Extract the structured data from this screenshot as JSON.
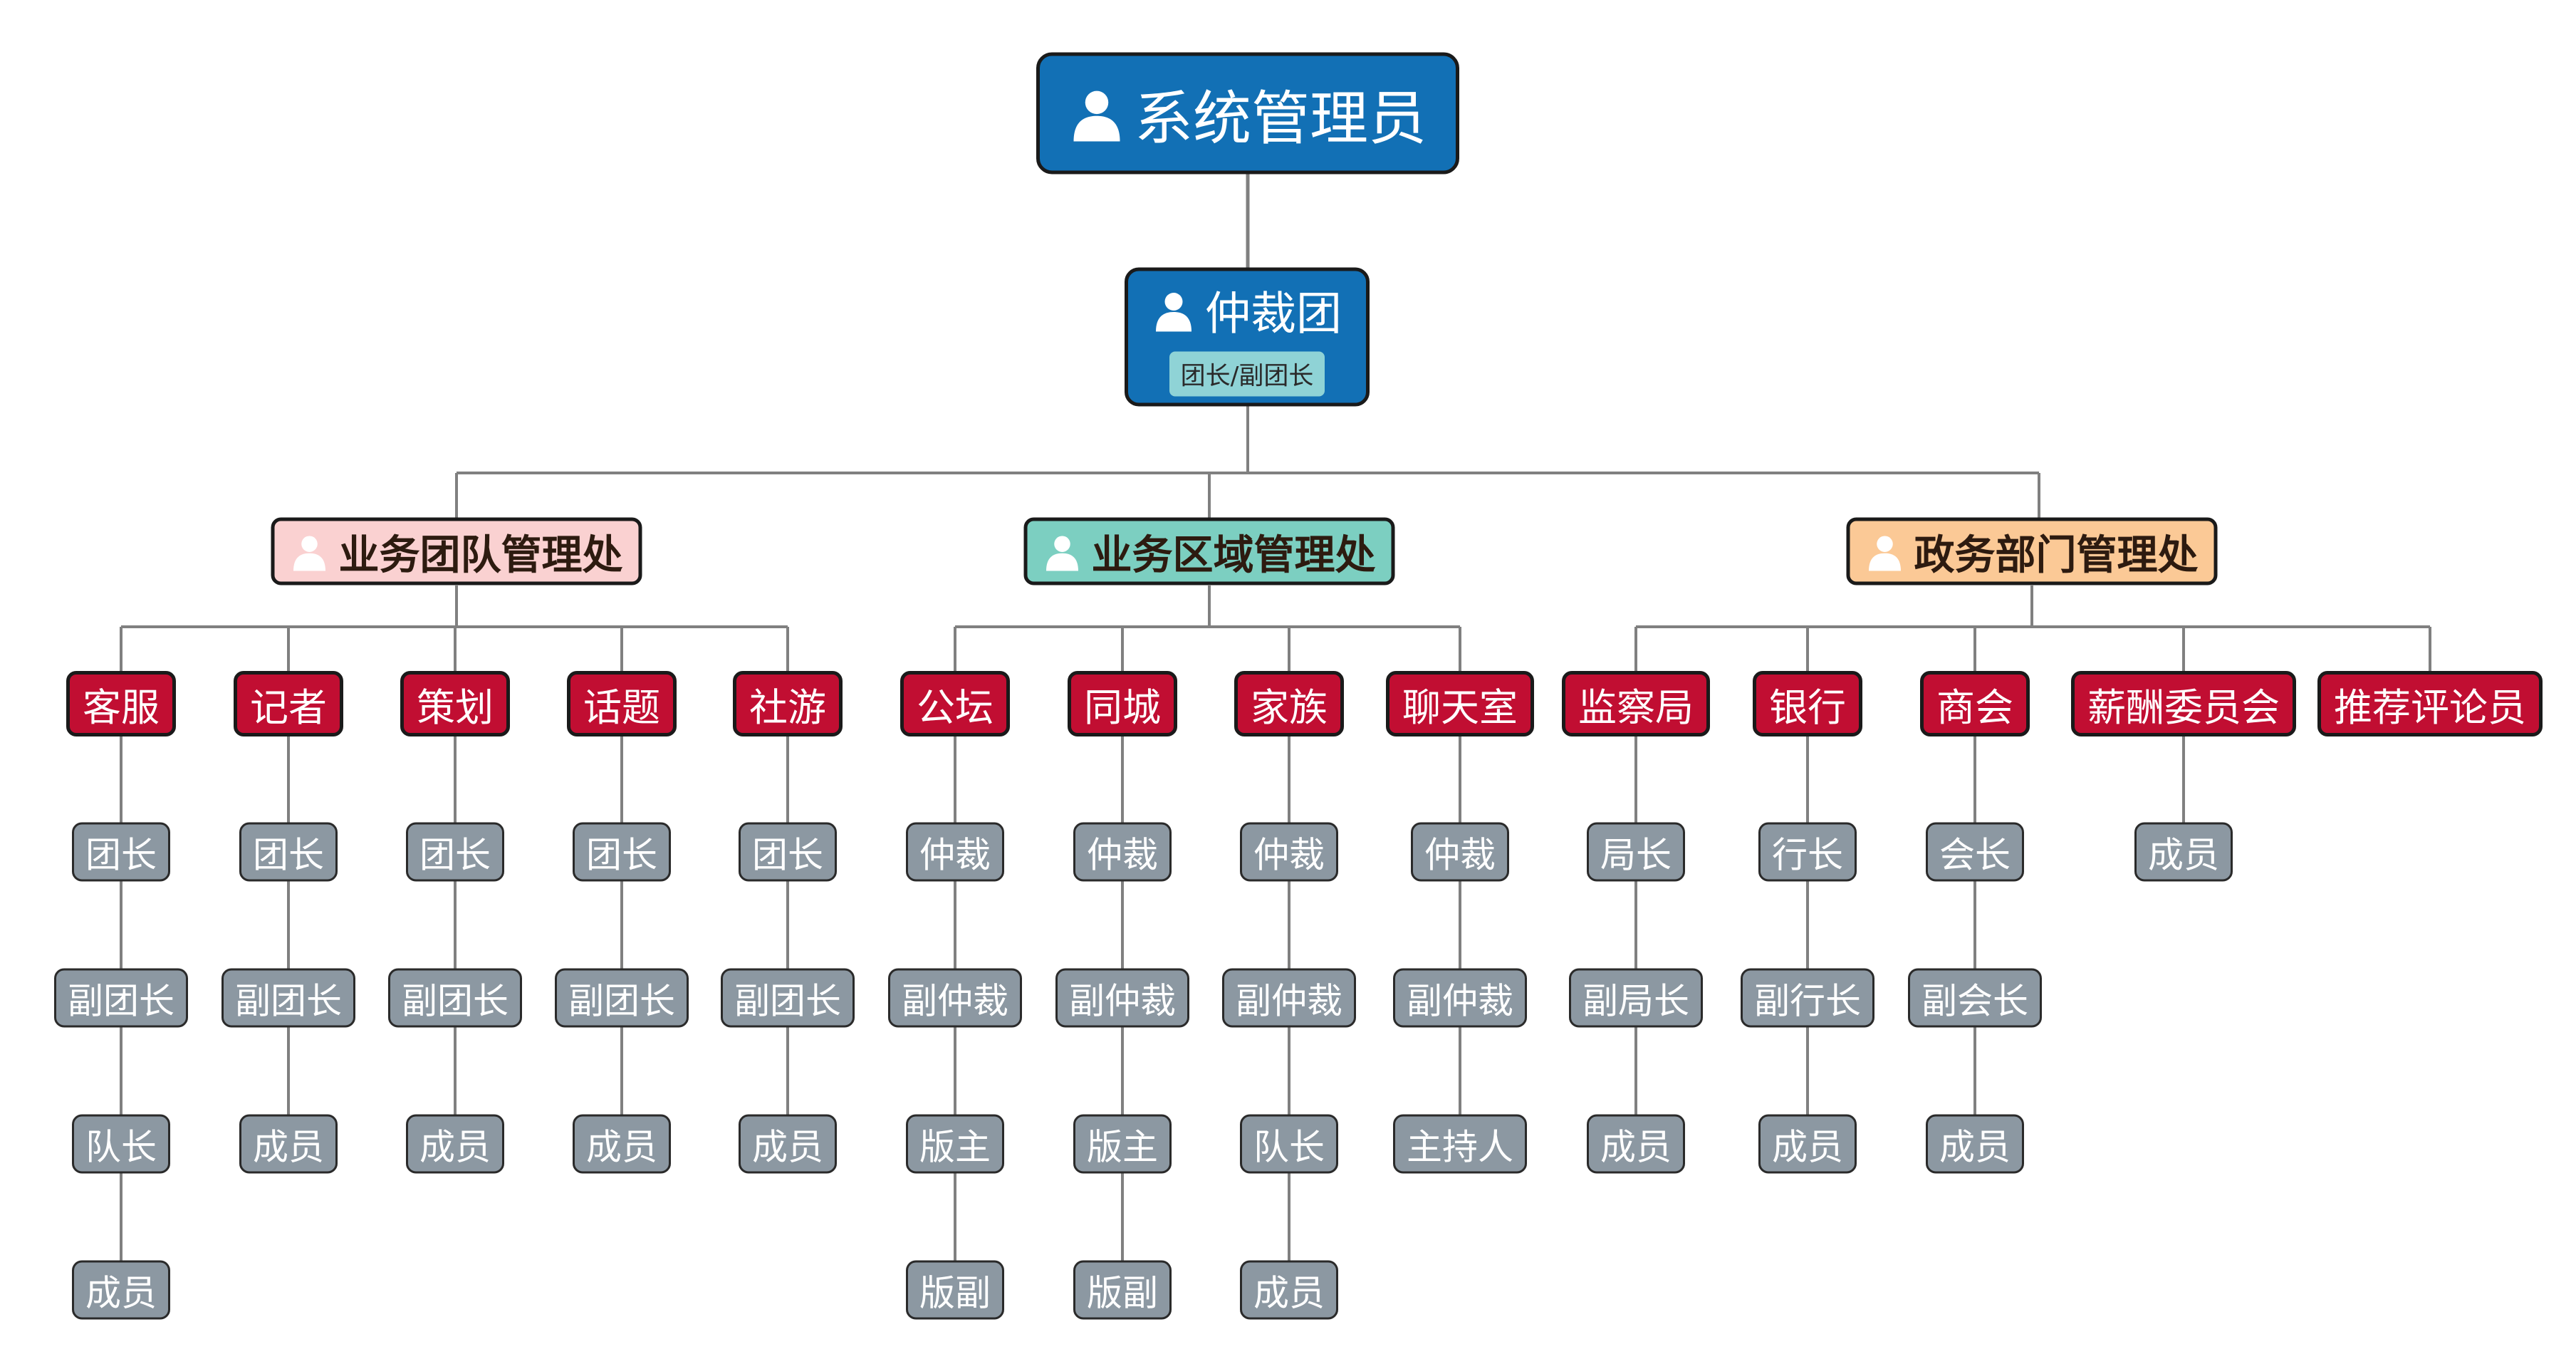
{
  "colors": {
    "root": "#1270b5",
    "arbitration": "#1270b5",
    "badge": "#8fd3d6",
    "category": "#c10e32",
    "role": "#8c98a2",
    "line": "#808080",
    "dept_business_team": "#fad1d1",
    "dept_business_area": "#7ccfc1",
    "dept_government": "#fbc996"
  },
  "root": {
    "label": "系统管理员",
    "icon": "user-icon"
  },
  "arbitration": {
    "label": "仲裁团",
    "badge": "团长/副团长",
    "icon": "user-icon"
  },
  "departments": [
    {
      "label": "业务团队管理处",
      "icon": "user-icon",
      "categories": [
        {
          "label": "客服",
          "roles": [
            "团长",
            "副团长",
            "队长",
            "成员"
          ]
        },
        {
          "label": "记者",
          "roles": [
            "团长",
            "副团长",
            "成员"
          ]
        },
        {
          "label": "策划",
          "roles": [
            "团长",
            "副团长",
            "成员"
          ]
        },
        {
          "label": "话题",
          "roles": [
            "团长",
            "副团长",
            "成员"
          ]
        },
        {
          "label": "社游",
          "roles": [
            "团长",
            "副团长",
            "成员"
          ]
        }
      ]
    },
    {
      "label": "业务区域管理处",
      "icon": "user-icon",
      "categories": [
        {
          "label": "公坛",
          "roles": [
            "仲裁",
            "副仲裁",
            "版主",
            "版副"
          ]
        },
        {
          "label": "同城",
          "roles": [
            "仲裁",
            "副仲裁",
            "版主",
            "版副"
          ]
        },
        {
          "label": "家族",
          "roles": [
            "仲裁",
            "副仲裁",
            "队长",
            "成员"
          ]
        },
        {
          "label": "聊天室",
          "roles": [
            "仲裁",
            "副仲裁",
            "主持人"
          ]
        }
      ]
    },
    {
      "label": "政务部门管理处",
      "icon": "user-icon",
      "categories": [
        {
          "label": "监察局",
          "roles": [
            "局长",
            "副局长",
            "成员"
          ]
        },
        {
          "label": "银行",
          "roles": [
            "行长",
            "副行长",
            "成员"
          ]
        },
        {
          "label": "商会",
          "roles": [
            "会长",
            "副会长",
            "成员"
          ]
        },
        {
          "label": "薪酬委员会",
          "roles": [
            "成员"
          ]
        },
        {
          "label": "推荐评论员",
          "roles": []
        }
      ]
    }
  ]
}
